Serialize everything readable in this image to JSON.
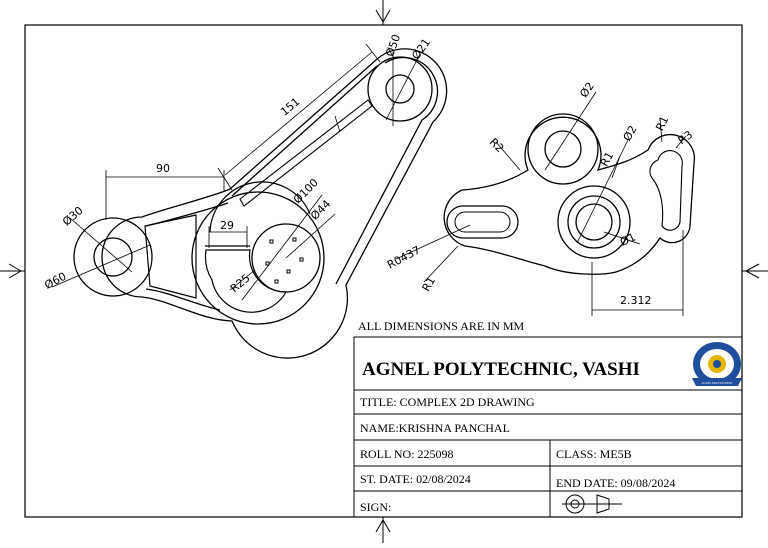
{
  "dimensions_note": "ALL DIMENSIONS ARE IN MM",
  "title_block": {
    "institute": "AGNEL POLYTECHNIC, VASHI",
    "title": "TITLE: COMPLEX 2D DRAWING",
    "name": "NAME:KRISHNA PANCHAL",
    "roll_no": "ROLL NO: 225098",
    "class": "CLASS: ME5B",
    "start_date": "ST. DATE: 02/08/2024",
    "end_date": "END DATE: 09/08/2024",
    "sign": "SIGN:",
    "logo_text": "AGNEL POLYTECHNIC"
  },
  "left_part": {
    "dims": {
      "d50": "Ø50",
      "d21": "Ø21",
      "len151": "151",
      "len90": "90",
      "d30": "Ø30",
      "d60": "Ø60",
      "len29": "29",
      "d100": "Ø100",
      "d44": "Ø44",
      "r25": "R25"
    }
  },
  "right_part": {
    "dims": {
      "d2_top": "Ø2",
      "d2_mid": "Ø2",
      "r1_a": "R1",
      "r1_b": "R1",
      "r3": "R3",
      "r2": "R2",
      "r0437": "R0437",
      "r1_c": "R1",
      "d1": "Ø1",
      "len2312": "2.312"
    }
  },
  "colors": {
    "line": "#000000",
    "paper": "#ffffff",
    "logo_blue": "#1f4e9c",
    "logo_gold": "#e2b500"
  }
}
